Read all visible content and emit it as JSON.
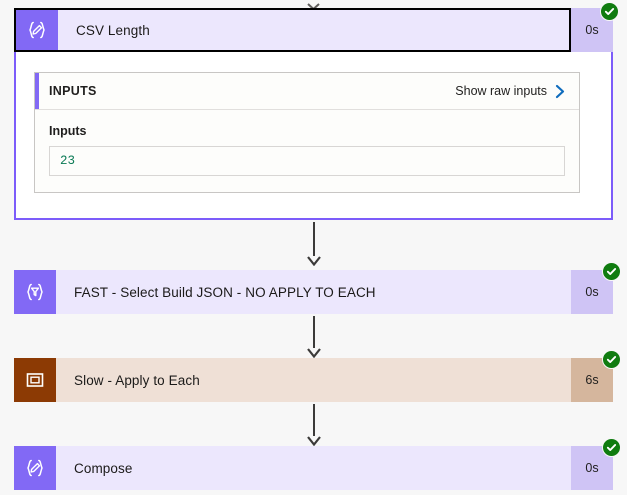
{
  "theme": {
    "purple_icon": "#8269f5",
    "purple_body": "#ece7fd",
    "purple_duration": "#cfc4f5",
    "brown_icon": "#8c3a04",
    "brown_body": "#efe0d6",
    "brown_duration": "#d5b69d",
    "success_green": "#107c10",
    "link_blue": "#0f6cbd",
    "value_green": "#0b7a55",
    "selected_outline": "#000000",
    "expanded_border": "#7c5cfa",
    "page_background": "#f7f7f7"
  },
  "nodes": [
    {
      "id": "csv-length",
      "title": "CSV Length",
      "duration": "0s",
      "status": "succeeded",
      "icon": "compose-icon",
      "expanded": true,
      "selected": true
    },
    {
      "id": "fast-select-build-json",
      "title": "FAST - Select Build JSON - NO APPLY TO EACH",
      "duration": "0s",
      "status": "succeeded",
      "icon": "select-filter-icon",
      "expanded": false,
      "selected": false
    },
    {
      "id": "slow-apply-to-each",
      "title": "Slow - Apply to Each",
      "duration": "6s",
      "status": "succeeded",
      "icon": "apply-to-each-icon",
      "expanded": false,
      "selected": false
    },
    {
      "id": "compose",
      "title": "Compose",
      "duration": "0s",
      "status": "succeeded",
      "icon": "compose-icon",
      "expanded": false,
      "selected": false
    }
  ],
  "inputs_panel": {
    "section_label": "INPUTS",
    "raw_link_label": "Show raw inputs",
    "raw_link_icon": "chevron-right-icon",
    "field_label": "Inputs",
    "field_value": "23"
  },
  "connectors": [
    {
      "from": "csv-length",
      "to": "fast-select-build-json",
      "icon": "arrow-down-icon"
    },
    {
      "from": "fast-select-build-json",
      "to": "slow-apply-to-each",
      "icon": "arrow-down-icon"
    },
    {
      "from": "slow-apply-to-each",
      "to": "compose",
      "icon": "arrow-down-icon"
    }
  ],
  "top_handle": {
    "icon": "chevron-down-icon"
  }
}
